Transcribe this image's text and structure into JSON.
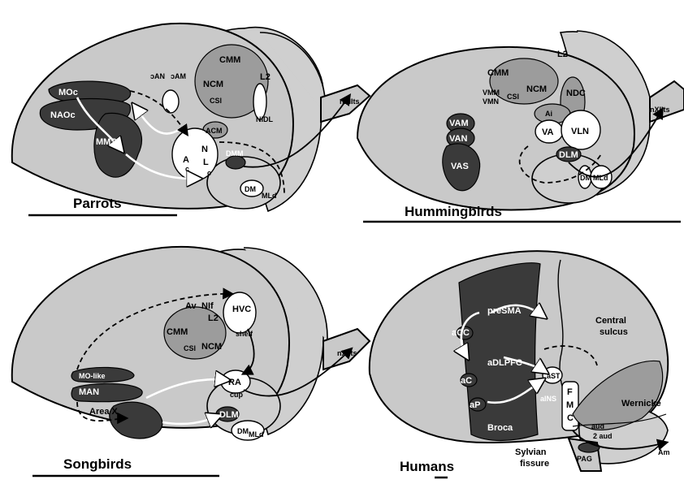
{
  "panels": {
    "parrots": {
      "title": "Parrots",
      "labels": {
        "moc": "MOc",
        "naoc": "NAOc",
        "mmst": "MMSt",
        "oan": "ɔAN",
        "oam": "ɔAM",
        "cmm": "CMM",
        "ncm": "NCM",
        "csl": "CSl",
        "l2": "L2",
        "nidl": "NIDL",
        "acm": "ACM",
        "a": "A",
        "n": "N",
        "l": "L",
        "c1": "c",
        "c2": "c",
        "dmm": "DMM",
        "dm": "DM",
        "mld": "MLd",
        "nxiits": "nXIIts"
      }
    },
    "hummingbirds": {
      "title": "Hummingbirds",
      "labels": {
        "cmm": "CMM",
        "l2": "L2",
        "ncm": "NCM",
        "vmm": "VMM",
        "vmn": "VMN",
        "csl": "CSl",
        "ndc": "NDC",
        "ai": "Ai",
        "va": "VA",
        "vln": "VLN",
        "vam": "VAM",
        "van": "VAN",
        "vas": "VAS",
        "dlm": "DLM",
        "dm": "DM",
        "mld": "MLd",
        "nxiits": "nXIIts"
      }
    },
    "songbirds": {
      "title": "Songbirds",
      "labels": {
        "av": "Av",
        "nif": "NIf",
        "l2": "L2",
        "hvc": "HVC",
        "cmm": "CMM",
        "csl": "CSl",
        "ncm": "NCM",
        "shelf": "shelf",
        "molike": "MO-like",
        "man": "MAN",
        "areax": "Area X",
        "ra": "RA",
        "cup": "cup",
        "dlm": "DLM",
        "dm": "DM",
        "mld": "MLd",
        "nxiits": "nXIIts"
      }
    },
    "humans": {
      "title": "Humans",
      "labels": {
        "presma": "preSMA",
        "acc": "aCC",
        "adlpfc": "aDLPFC",
        "ac": "aC",
        "ap": "aP",
        "ast": "aST",
        "fmc": [
          "F",
          "M",
          "C"
        ],
        "ains": "aINS",
        "broca": "Broca",
        "central": [
          "Central",
          "sulcus"
        ],
        "wernicke": "Wernicke",
        "aud": "aud",
        "aud2": "2 aud",
        "sylvian": [
          "Sylvian",
          "fissure"
        ],
        "pag": "PAG",
        "amb": "Am"
      }
    }
  },
  "colors": {
    "brain": "#c9c9c9",
    "nucleus_dark": "#3a3a3a",
    "nucleus_mid": "#9c9c9c",
    "nucleus_white": "#ffffff"
  }
}
